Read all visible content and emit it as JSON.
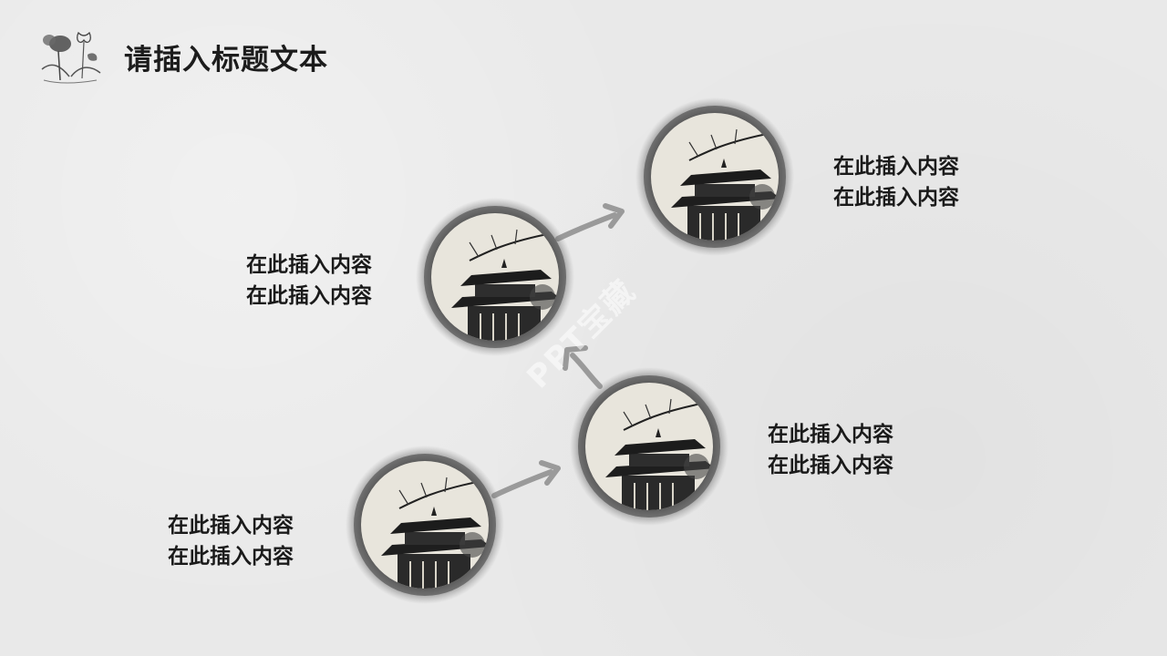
{
  "slide": {
    "title": "请插入标题文本",
    "watermark": "PPT宝藏",
    "items": [
      {
        "line1": "在此插入内容",
        "line2": "在此插入内容"
      },
      {
        "line1": "在此插入内容",
        "line2": "在此插入内容"
      },
      {
        "line1": "在此插入内容",
        "line2": "在此插入内容"
      },
      {
        "line1": "在此插入内容",
        "line2": "在此插入内容"
      }
    ]
  },
  "colors": {
    "background": "#e9e9e9",
    "ink": "#1c1c1c",
    "arrow": "#9a9a9a",
    "photo_bg": "#e8e5dc"
  },
  "icons": {
    "logo": "lotus-ink-icon",
    "node_image": "pavilion-photo",
    "connector": "arrow-icon"
  }
}
